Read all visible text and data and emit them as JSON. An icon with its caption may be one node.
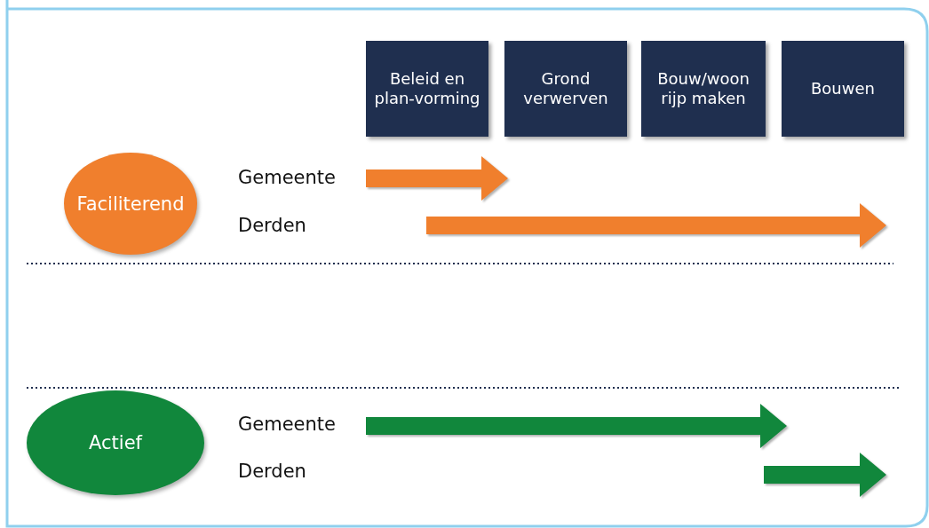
{
  "diagram": {
    "nodes": [
      {
        "text": [
          "Beleid en plan-vorming"
        ]
      },
      {
        "text": [
          "Grond verwerven"
        ]
      },
      {
        "text": [
          "Bouw/woon rijp maken"
        ]
      },
      {
        "text": [
          "Bouwen"
        ]
      },
      {
        "text": [
          "Faciliterend"
        ]
      },
      {
        "text": [
          "Gemeente"
        ]
      },
      {
        "text": [
          "Derden"
        ]
      },
      {
        "text": [
          "Actief"
        ]
      },
      {
        "text": [
          "Gemeente"
        ]
      },
      {
        "text": [
          "Derden"
        ]
      }
    ]
  }
}
